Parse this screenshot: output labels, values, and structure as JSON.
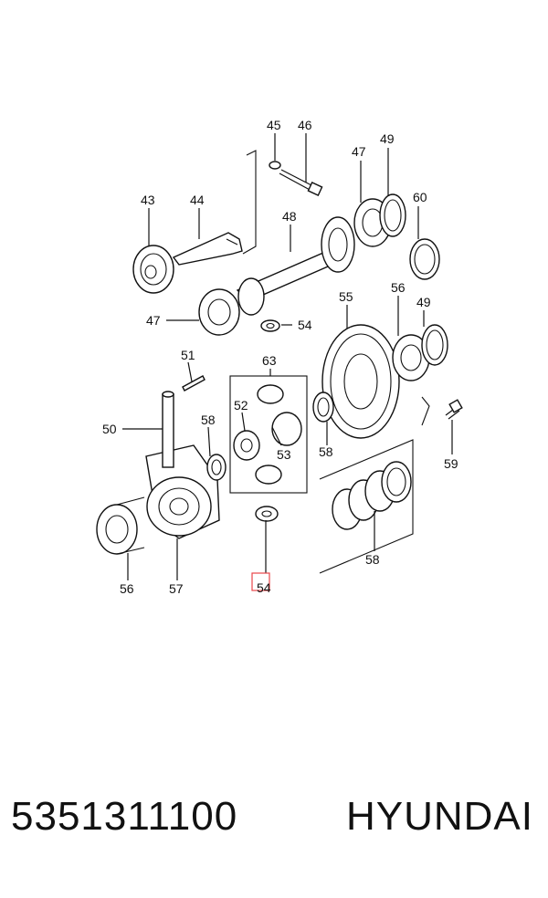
{
  "callouts": {
    "c45": "45",
    "c46": "46",
    "c47a": "47",
    "c49a": "49",
    "c60": "60",
    "c43": "43",
    "c44": "44",
    "c48": "48",
    "c47b": "47",
    "c54a": "54",
    "c55": "55",
    "c56a": "56",
    "c49b": "49",
    "c51": "51",
    "c63": "63",
    "c52": "52",
    "c53": "53",
    "c58a": "58",
    "c58b": "58",
    "c50": "50",
    "c59": "59",
    "c58c": "58",
    "c56b": "56",
    "c57": "57",
    "c54b": "54"
  },
  "highlighted_callout": "54",
  "highlight_color": "#e8454a",
  "footer": {
    "part_number": "5351311100",
    "brand": "HYUNDAI"
  }
}
